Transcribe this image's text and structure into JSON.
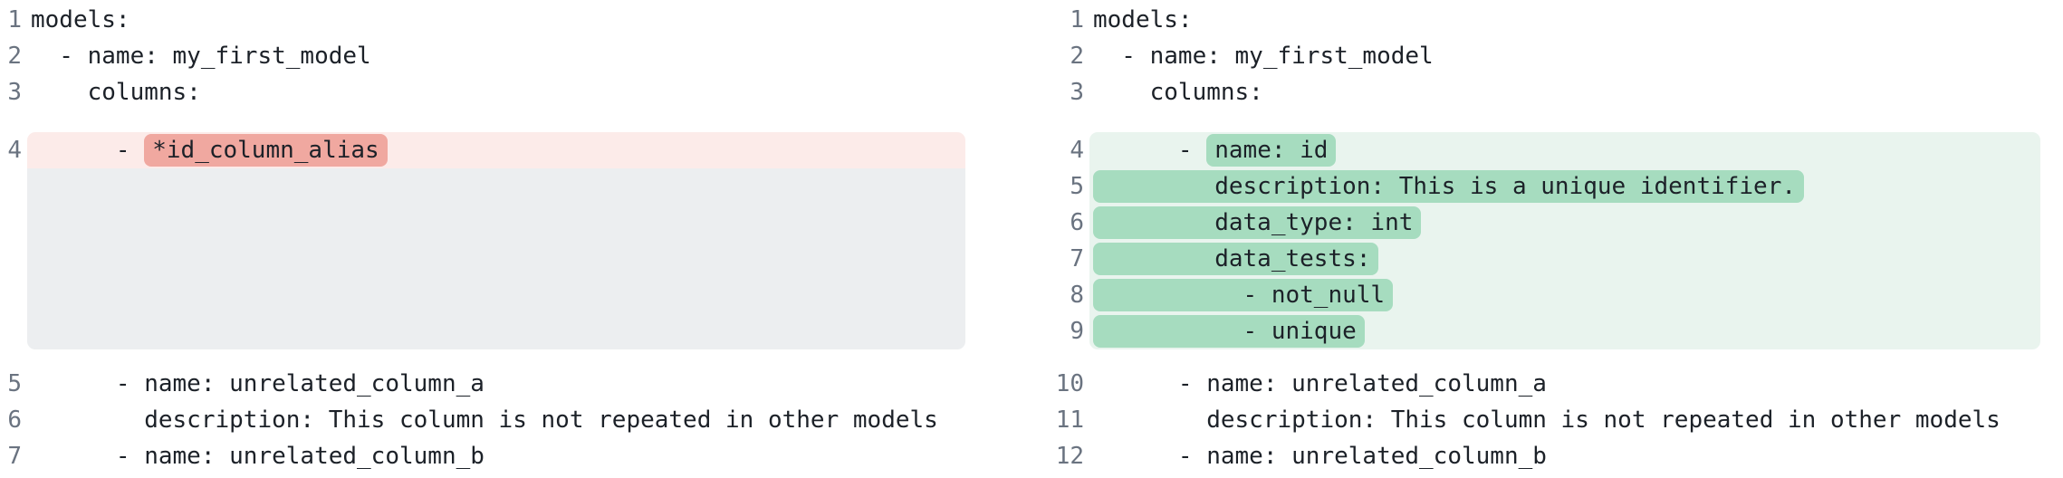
{
  "colors": {
    "text": "#1c2128",
    "line_number": "#6a7380",
    "removed_row_bg": "#fcebe9",
    "removed_token_bg": "#f0a8a0",
    "added_row_bg": "#e9f4ee",
    "added_token_bg": "#a6dcbf",
    "collapsed_placeholder_bg": "#eceef0",
    "background": "#ffffff"
  },
  "diff": {
    "left": {
      "role": "old-version",
      "hunks": [
        {
          "type": "context",
          "lines": [
            {
              "num": "1",
              "text": "models:"
            },
            {
              "num": "2",
              "text": "  - name: my_first_model"
            },
            {
              "num": "3",
              "text": "    columns:"
            }
          ]
        },
        {
          "type": "changed",
          "kind": "removed",
          "lines": [
            {
              "num": "4",
              "prefix": "      - ",
              "token": "*id_column_alias"
            }
          ],
          "spacer_rows": 5
        },
        {
          "type": "context",
          "lines": [
            {
              "num": "5",
              "text": "      - name: unrelated_column_a"
            },
            {
              "num": "6",
              "text": "        description: This column is not repeated in other models"
            },
            {
              "num": "7",
              "text": "      - name: unrelated_column_b"
            }
          ]
        }
      ]
    },
    "right": {
      "role": "new-version",
      "hunks": [
        {
          "type": "context",
          "lines": [
            {
              "num": "1",
              "text": "models:"
            },
            {
              "num": "2",
              "text": "  - name: my_first_model"
            },
            {
              "num": "3",
              "text": "    columns:"
            }
          ]
        },
        {
          "type": "changed",
          "kind": "added",
          "lines": [
            {
              "num": "4",
              "prefix": "      - ",
              "token": "name: id"
            },
            {
              "num": "5",
              "prefix": "",
              "token": "        description: This is a unique identifier."
            },
            {
              "num": "6",
              "prefix": "",
              "token": "        data_type: int"
            },
            {
              "num": "7",
              "prefix": "",
              "token": "        data_tests:"
            },
            {
              "num": "8",
              "prefix": "",
              "token": "          - not_null"
            },
            {
              "num": "9",
              "prefix": "",
              "token": "          - unique"
            }
          ],
          "spacer_rows": 0
        },
        {
          "type": "context",
          "lines": [
            {
              "num": "10",
              "text": "      - name: unrelated_column_a"
            },
            {
              "num": "11",
              "text": "        description: This column is not repeated in other models"
            },
            {
              "num": "12",
              "text": "      - name: unrelated_column_b"
            }
          ]
        }
      ]
    }
  }
}
